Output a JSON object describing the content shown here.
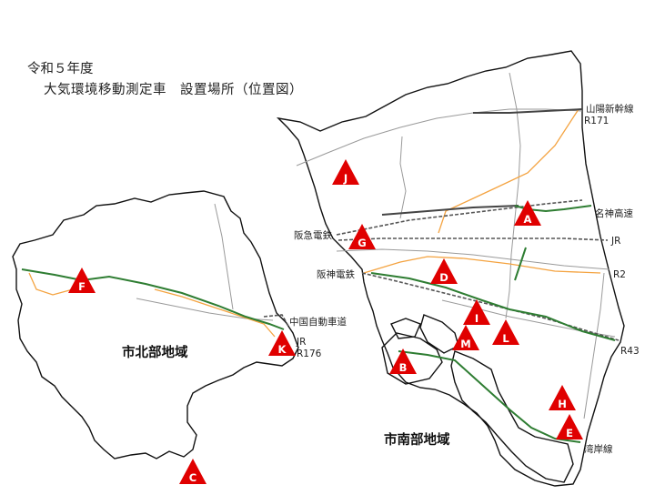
{
  "title": {
    "line1": "令和５年度",
    "line2": "大気環境移動測定車　設置場所（位置図）"
  },
  "regions": {
    "north": "市北部地域",
    "south": "市南部地域"
  },
  "routes": {
    "sanyo_shinkansen": "山陽新幹線",
    "r171": "R171",
    "meishin": "名神高速",
    "jr_south": "JR",
    "r2": "R2",
    "r43": "R43",
    "hankyu": "阪急電鉄",
    "hanshin": "阪神電鉄",
    "chugoku": "中国自動車道",
    "jr_north": "JR",
    "r176": "R176",
    "wangan": "湾岸線"
  },
  "markers": [
    "A",
    "B",
    "C",
    "D",
    "E",
    "F",
    "G",
    "H",
    "I",
    "J",
    "K",
    "L",
    "M"
  ],
  "colors": {
    "marker_fill": "#e00000",
    "boundary": "#111111",
    "expressway": "#2e7d32",
    "national_road": "#f4a340",
    "railway": "#555555",
    "shinkansen": "#444444",
    "minor": "#999999"
  }
}
